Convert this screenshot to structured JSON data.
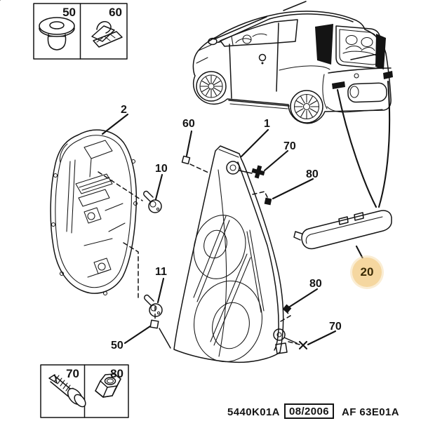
{
  "palette": {
    "ink": "#141414",
    "bg": "#ffffff",
    "highlight_fill": "#f5d7a0",
    "highlight_text": "#3a2b05"
  },
  "legend_top": {
    "cells": [
      {
        "number": "50",
        "icon": "grommet-icon"
      },
      {
        "number": "60",
        "icon": "retaining-clip-icon"
      }
    ]
  },
  "legend_bottom": {
    "cells": [
      {
        "number": "70",
        "icon": "screw-icon"
      },
      {
        "number": "80",
        "icon": "hex-nut-icon"
      }
    ]
  },
  "callouts": {
    "part2": {
      "text": "2"
    },
    "bulb10": {
      "text": "10"
    },
    "clip60": {
      "text": "60"
    },
    "lens1": {
      "text": "1"
    },
    "screw70_top": {
      "text": "70"
    },
    "nut80_top": {
      "text": "80"
    },
    "bulb11": {
      "text": "11"
    },
    "grommet50": {
      "text": "50"
    },
    "nut80_side": {
      "text": "80"
    },
    "screw70_side": {
      "text": "70"
    },
    "reflector20": {
      "text": "20"
    }
  },
  "footer": {
    "drawing_number": "5440K01A",
    "date": "08/2006",
    "reference": "AF 63E01A"
  }
}
